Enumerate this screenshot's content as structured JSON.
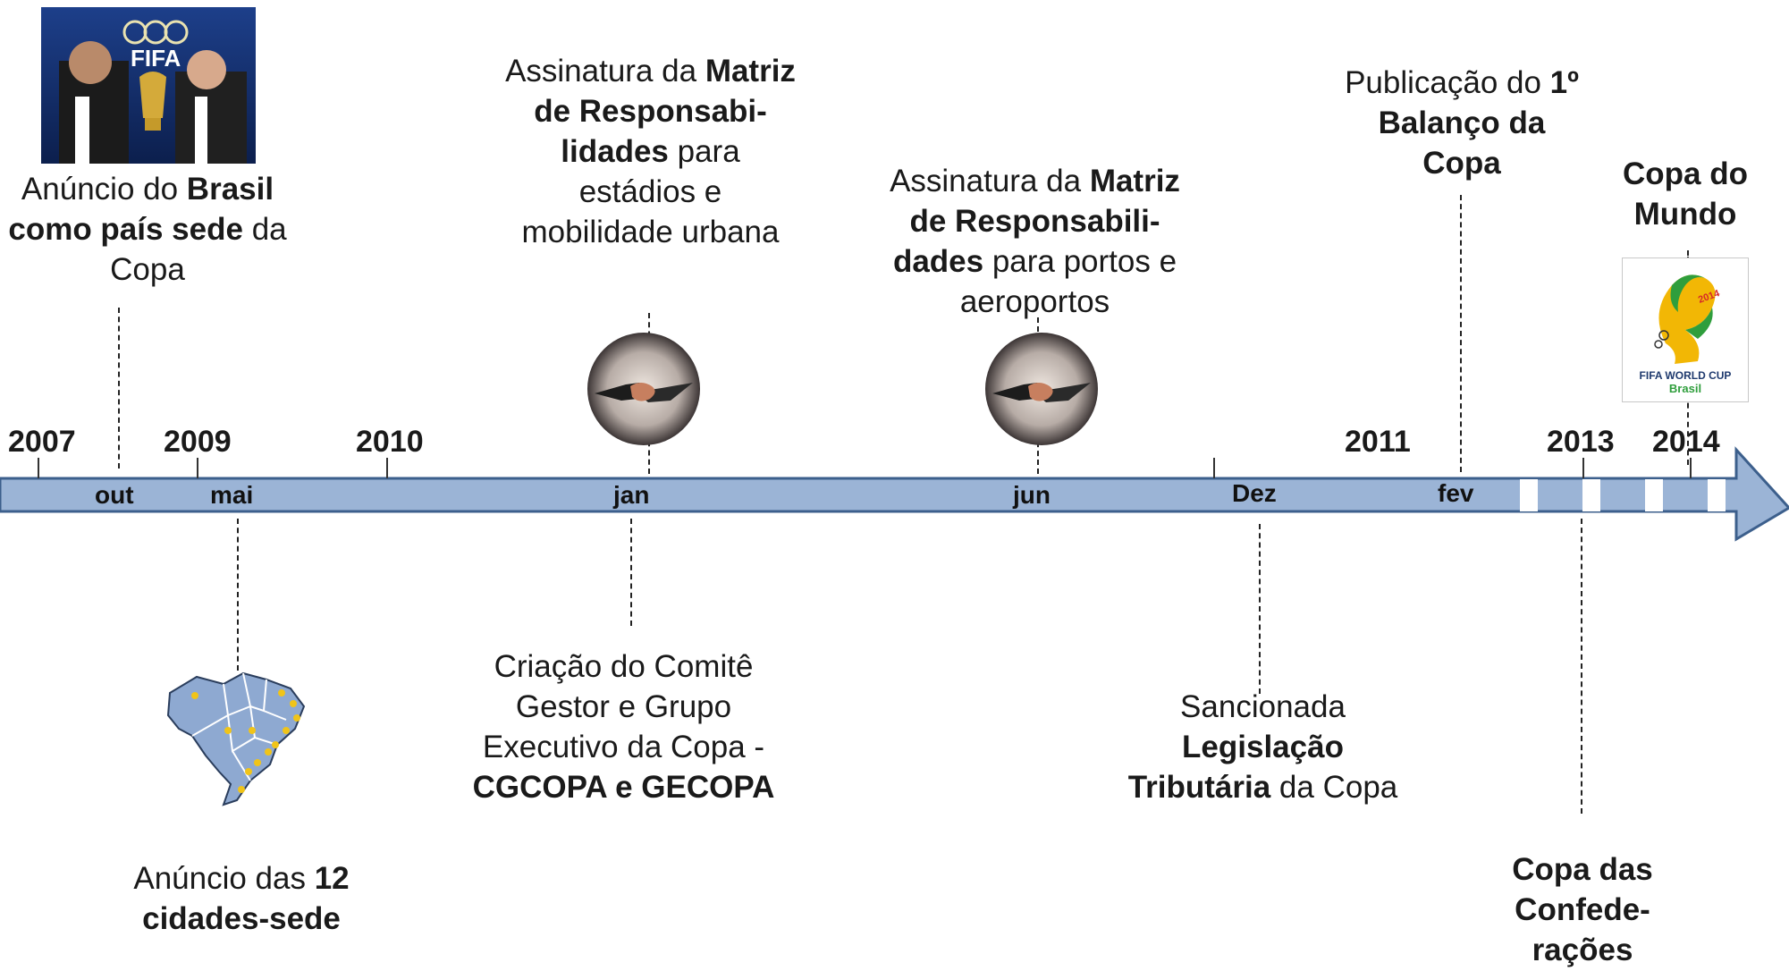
{
  "years": [
    "2007",
    "2009",
    "2010",
    "2011",
    "2013",
    "2014"
  ],
  "months": [
    "out",
    "mai",
    "jan",
    "jun",
    "Dez",
    "fev"
  ],
  "events": {
    "e1": {
      "pre": "Anúncio do ",
      "bold": "Brasil como país sede",
      "post": " da Copa"
    },
    "e2": {
      "pre": "Anúncio das ",
      "bold": "12 cidades-sede",
      "post": ""
    },
    "e3": {
      "pre": "Assinatura da ",
      "bold1": "Matriz de Responsabi-lidades",
      "post": " para estádios e mobilidade urbana"
    },
    "e4": {
      "pre": "Criação do Comitê Gestor e Grupo Executivo da Copa - ",
      "bold": "CGCOPA e GECOPA"
    },
    "e5": {
      "pre": "Assinatura da ",
      "bold": "Matriz de Responsabili-dades",
      "post": " para portos e aeroportos"
    },
    "e6": {
      "pre": "Sancionada ",
      "bold": "Legislação Tributária",
      "post": " da Copa"
    },
    "e7": {
      "pre": "Publicação do ",
      "bold": "1º Balanço da Copa"
    },
    "e8": {
      "bold": "Copa das Confede-rações"
    },
    "e9": {
      "bold": "Copa do Mundo"
    }
  },
  "logo": {
    "line1": "FIFA WORLD CUP",
    "line2": "Brasil",
    "year": "2014"
  },
  "photo_text": "FIFA",
  "colors": {
    "arrow_fill": "#9bb4d6",
    "arrow_stroke": "#3c5f8c",
    "map_fill": "#8ea9d1",
    "dot": "#f0c419"
  }
}
